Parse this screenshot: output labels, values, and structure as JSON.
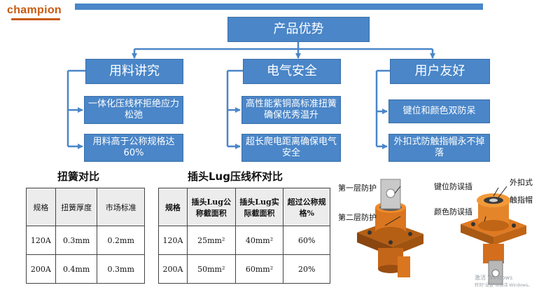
{
  "logo": {
    "text": "champion"
  },
  "diagram": {
    "root": "产品优势",
    "branches": [
      {
        "title": "用料讲究",
        "items": [
          "一体化压线杯拒绝应力松弛",
          "用料高于公称规格达60%"
        ]
      },
      {
        "title": "电气安全",
        "items": [
          "高性能紫铜高标准扭簧确保优秀温升",
          "超长爬电距离确保电气安全"
        ]
      },
      {
        "title": "用户友好",
        "items": [
          "键位和颜色双防呆",
          "外扣式防触指帽永不掉落"
        ]
      }
    ]
  },
  "table1": {
    "title": "扭簧对比",
    "headers": [
      "规格",
      "扭簧厚度",
      "市场标准"
    ],
    "rows": [
      [
        "120A",
        "0.3mm",
        "0.2mm"
      ],
      [
        "200A",
        "0.4mm",
        "0.3mm"
      ]
    ]
  },
  "table2": {
    "title": "插头Lug压线杯对比",
    "headers": [
      "规格",
      "插头Lug公称截面积",
      "插头Lug实际截面积",
      "超过公称规格%"
    ],
    "rows": [
      [
        "120A",
        "25mm²",
        "40mm²",
        "60%"
      ],
      [
        "200A",
        "50mm²",
        "60mm²",
        "20%"
      ]
    ]
  },
  "photo_labels": {
    "layer1": "第一层防护",
    "layer2": "第二层防护",
    "key": "键位防误插",
    "color": "颜色防误插",
    "cap_line1": "外扣式",
    "cap_line2": "触指帽"
  },
  "watermark": {
    "line1": "激活 Windows",
    "line2": "转到\"设置\"以激活 Windows。"
  },
  "colors": {
    "box": "#4a86c8",
    "connector": "#4a86c8",
    "logo": "#c85a0f",
    "connector_body": "#d9761f"
  }
}
